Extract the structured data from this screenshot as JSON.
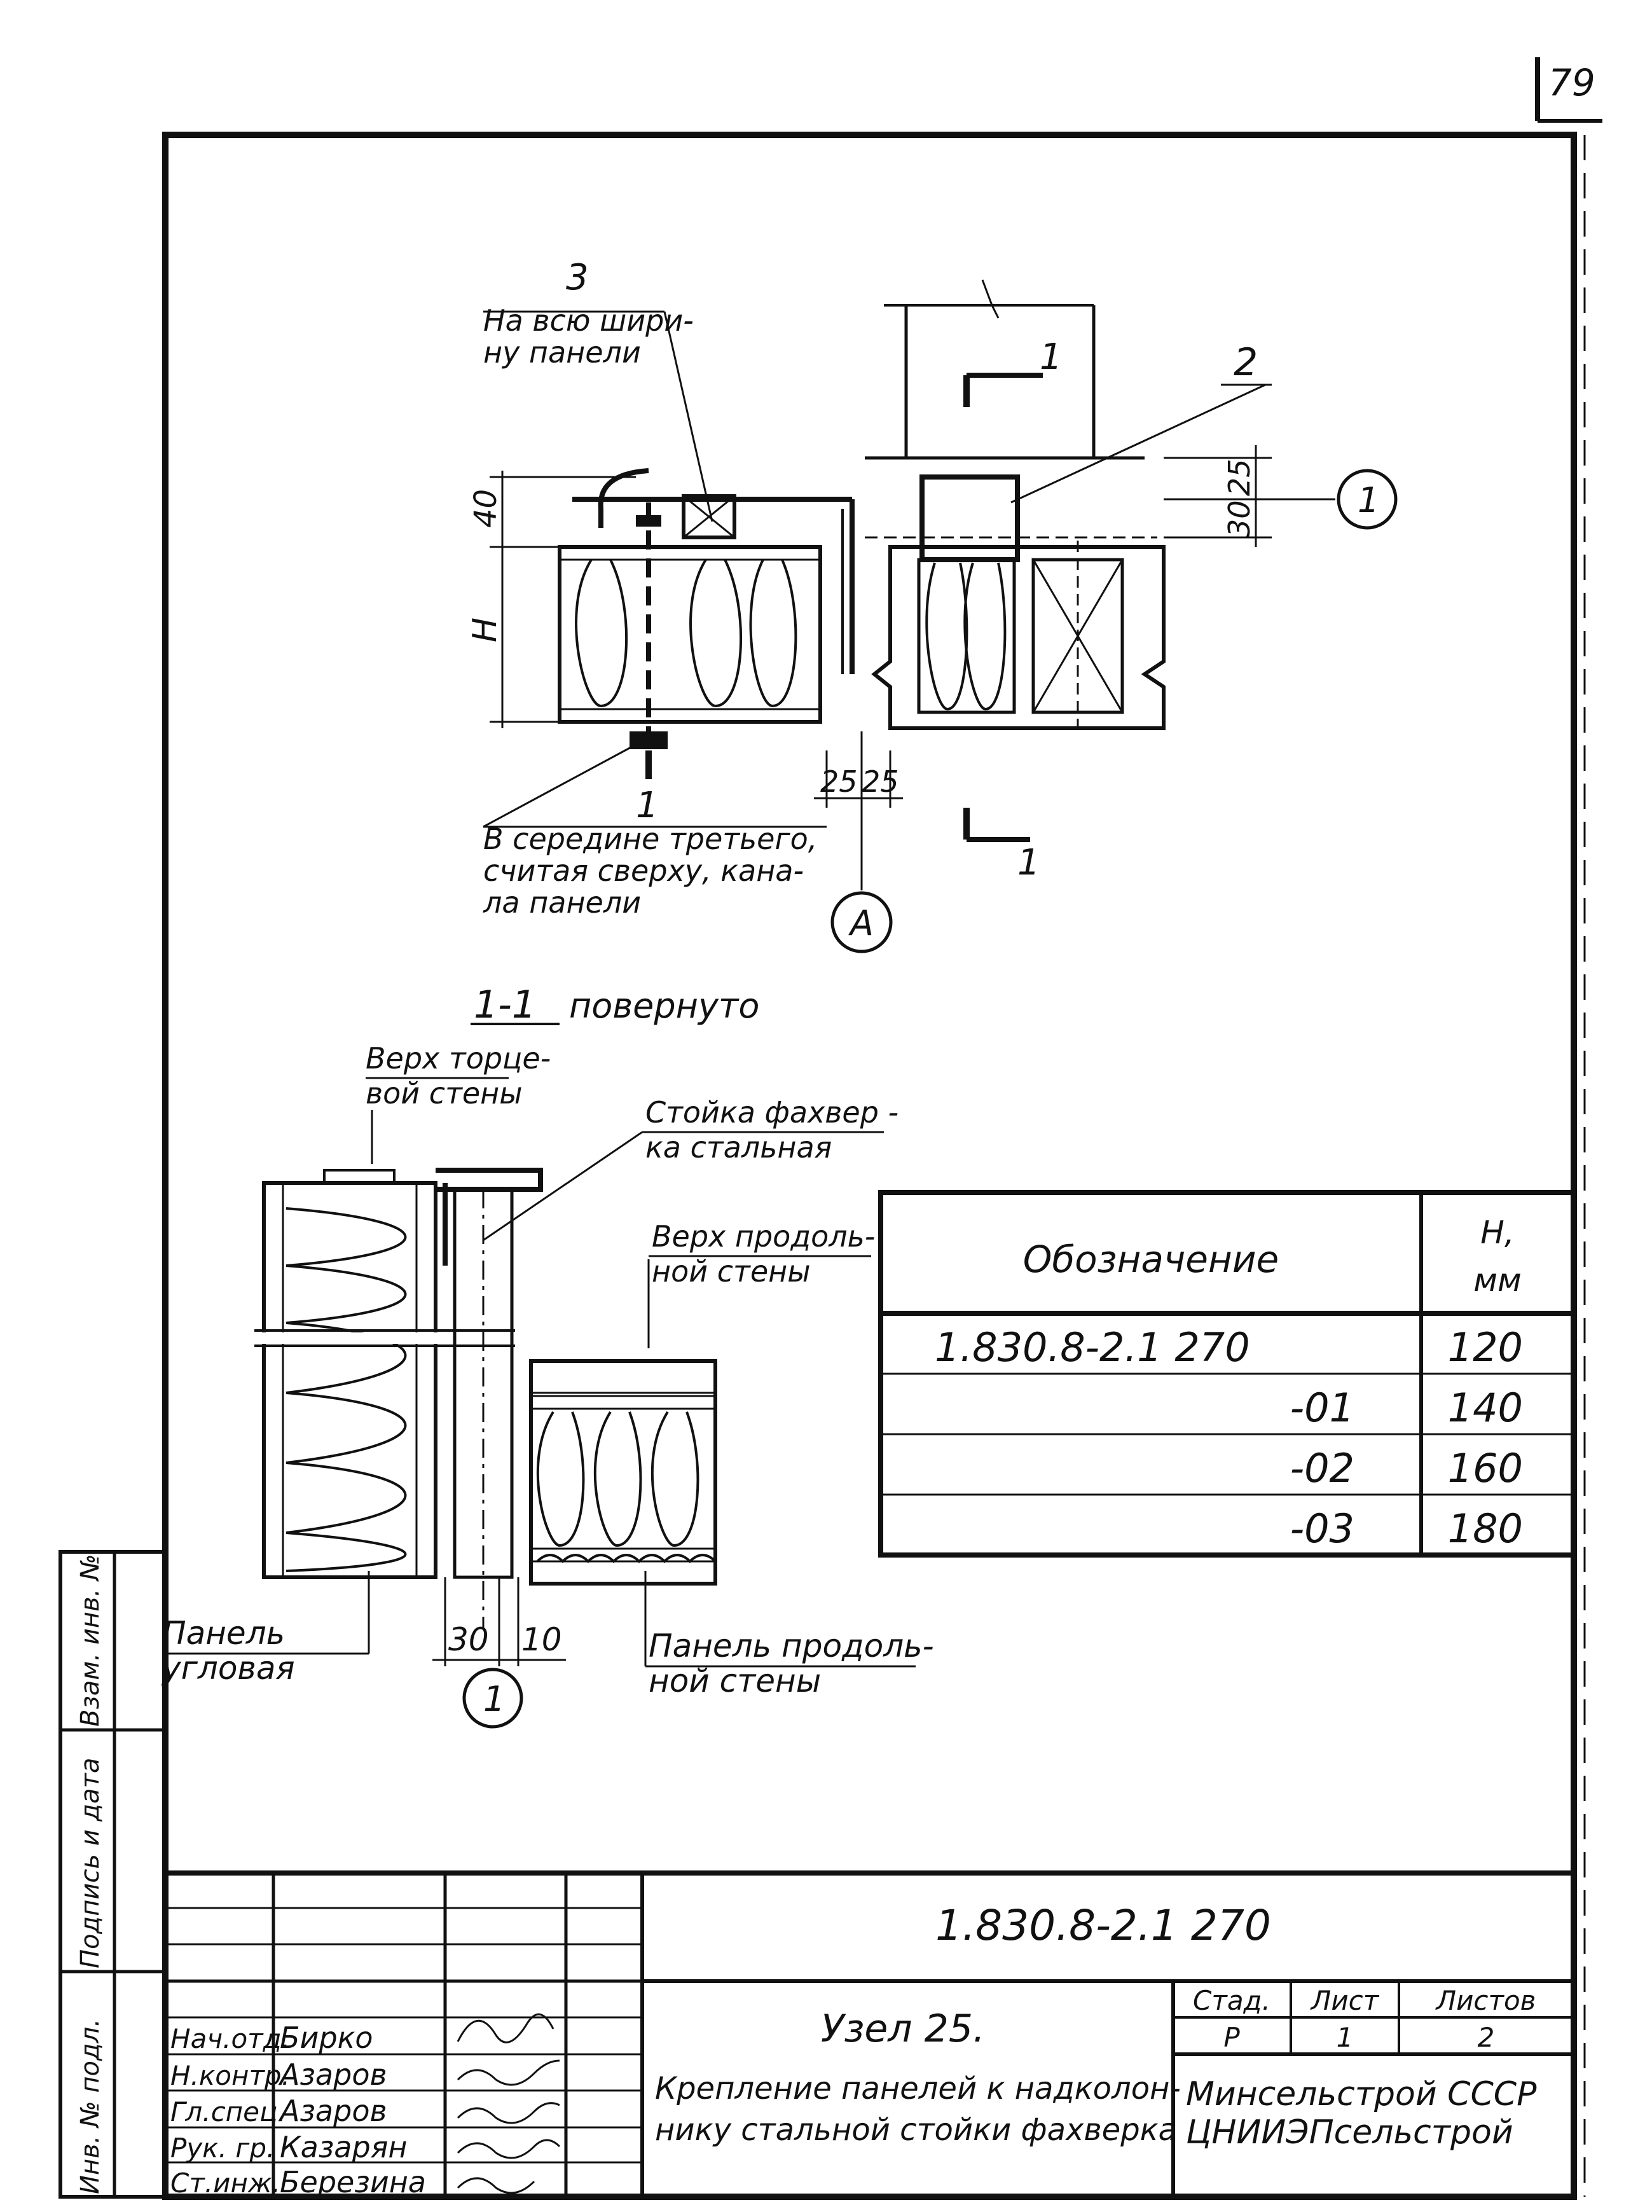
{
  "sheet_number": "79",
  "plan_view": {
    "label_3": "3",
    "note_3_line1": "На всю шири-",
    "note_3_line2": "ну панели",
    "dim_40": "40",
    "dim_h": "H",
    "section_mark_1": "1",
    "label_2": "2",
    "dim_30": "30",
    "dim_25": "25",
    "axis_1": "1",
    "label_1": "1",
    "note_1_line1": "В середине третьего,",
    "note_1_line2": "считая сверху, кана-",
    "note_1_line3": "ла панели",
    "dim_25a": "25",
    "dim_25b": "25",
    "axis_a": "А"
  },
  "section_view": {
    "title": "1-1",
    "title_suffix": "повернуто",
    "note_top_line1": "Верх торце-",
    "note_top_line2": "вой стены",
    "note_post_line1": "Стойка фахвер -",
    "note_post_line2": "ка стальная",
    "note_long_line1": "Верх продоль-",
    "note_long_line2": "ной стены",
    "note_corner_line1": "Панель",
    "note_corner_line2": "угловая",
    "note_lpanel_line1": "Панель продоль-",
    "note_lpanel_line2": "ной стены",
    "dim_30": "30",
    "dim_10": "10",
    "axis_1": "1"
  },
  "variants_table": {
    "header_designation": "Обозначение",
    "header_h_line1": "H,",
    "header_h_line2": "мм",
    "rows": [
      {
        "designation": "1.830.8-2.1 270",
        "h": "120"
      },
      {
        "designation": "-01",
        "h": "140"
      },
      {
        "designation": "-02",
        "h": "160"
      },
      {
        "designation": "-03",
        "h": "180"
      }
    ]
  },
  "side_stamp": {
    "inv_no": "Инв. № подл.",
    "signature_date": "Подпись и дата",
    "replaces": "Взам. инв. №"
  },
  "title_block": {
    "document_code": "1.830.8-2.1 270",
    "title_line1": "Узел 25.",
    "title_line2": "Крепление панелей к надколон-",
    "title_line3": "нику стальной стойки фахверка",
    "stage_header": "Стад.",
    "sheet_header": "Лист",
    "sheets_header": "Листов",
    "stage": "Р",
    "sheet": "1",
    "sheets": "2",
    "org_line1": "Минсельстрой СССР",
    "org_line2": "ЦНИИЭПсельстрой",
    "staff": [
      {
        "role": "Нач.отд.",
        "name": "Бирко"
      },
      {
        "role": "Н.контр.",
        "name": "Азаров"
      },
      {
        "role": "Гл.спец.",
        "name": "Азаров"
      },
      {
        "role": "Рук. гр.",
        "name": "Казарян"
      },
      {
        "role": "Ст.инж.",
        "name": "Березина"
      }
    ]
  }
}
